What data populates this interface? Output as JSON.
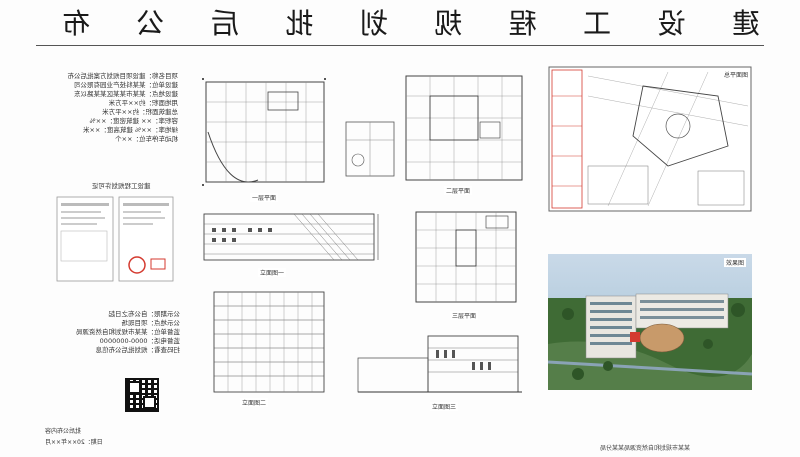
{
  "title_chars": [
    "建",
    "设",
    "工",
    "程",
    "规",
    "划",
    "批",
    "后",
    "公",
    "布"
  ],
  "project_info": {
    "lines": [
      "项目名称：建设项目规划方案批后公布",
      "建设单位：某某科技产业园有限公司",
      "建设地点：某某市某某区某某路以东",
      "用地面积：约××平方米",
      "总建筑面积：约××平方米",
      "容积率：××  建筑密度：××%",
      "绿地率：××%  建筑高度：××米",
      "机动车停车位：××个"
    ]
  },
  "approval_doc_label": "建设工程规划许可证",
  "contact_info": {
    "lines": [
      "公示期限：自公布之日起",
      "公示地点：项目现场",
      "监督单位：某某市规划和自然资源局",
      "监督电话：0000-0000000",
      "扫码查看：规划批后公布信息"
    ]
  },
  "footer_left": [
    "批后公布内容",
    "日期：20××年××月"
  ],
  "footer_right": "某某市规划和自然资源局某某分局",
  "captions": {
    "plan_1": "一层平面",
    "plan_2": "二层平面",
    "site_plan": "总平面图",
    "elevation_1": "立面图一",
    "plan_3": "三层平面",
    "elevation_2": "立面图二",
    "elevation_3": "立面图三",
    "rendering": "效果图"
  },
  "colors": {
    "rule": "#555555",
    "stamp": "#d43a2f",
    "sky": "#b8cfe0",
    "grass": "#3f6b35"
  }
}
